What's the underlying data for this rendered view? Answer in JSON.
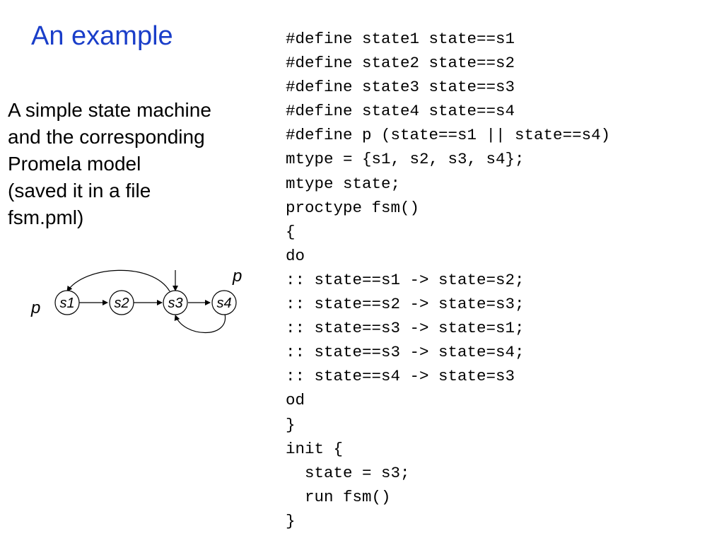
{
  "title": "An example",
  "description": {
    "lines": [
      "A simple state machine",
      "and the corresponding",
      "Promela model",
      "(saved it in a file",
      "fsm.pml)"
    ]
  },
  "diagram": {
    "states": [
      "s1",
      "s2",
      "s3",
      "s4"
    ],
    "labels": {
      "p_left": "p",
      "p_top": "p"
    },
    "transitions": [
      {
        "from": "s1",
        "to": "s2"
      },
      {
        "from": "s2",
        "to": "s3"
      },
      {
        "from": "s3",
        "to": "s1"
      },
      {
        "from": "s3",
        "to": "s4"
      },
      {
        "from": "s4",
        "to": "s3"
      }
    ],
    "initial_state": "s3"
  },
  "code": {
    "lines": [
      "#define state1 state==s1",
      "#define state2 state==s2",
      "#define state3 state==s3",
      "#define state4 state==s4",
      "#define p (state==s1 || state==s4)",
      "mtype = {s1, s2, s3, s4};",
      "mtype state;",
      "proctype fsm()",
      "{",
      "do",
      ":: state==s1 -> state=s2;",
      ":: state==s2 -> state=s3;",
      ":: state==s3 -> state=s1;",
      ":: state==s3 -> state=s4;",
      ":: state==s4 -> state=s3",
      "od",
      "}",
      "init {",
      "  state = s3;",
      "  run fsm()",
      "}"
    ]
  }
}
